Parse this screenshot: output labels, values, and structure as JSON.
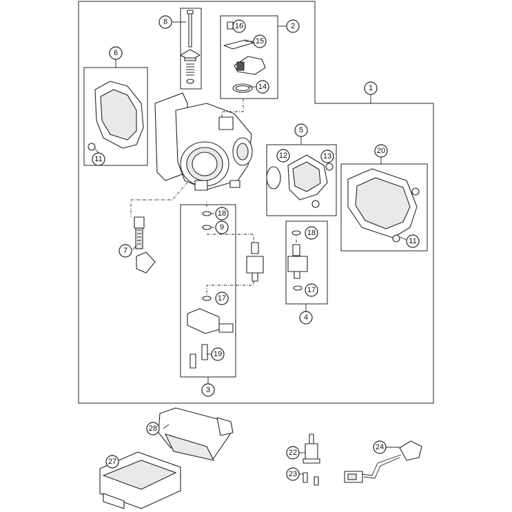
{
  "callouts": [
    {
      "id": "c1",
      "label": "1"
    },
    {
      "id": "c2",
      "label": "2"
    },
    {
      "id": "c3",
      "label": "3"
    },
    {
      "id": "c4",
      "label": "4"
    },
    {
      "id": "c5",
      "label": "5"
    },
    {
      "id": "c6",
      "label": "6"
    },
    {
      "id": "c7",
      "label": "7"
    },
    {
      "id": "c8",
      "label": "8"
    },
    {
      "id": "c9",
      "label": "9"
    },
    {
      "id": "c11a",
      "label": "11"
    },
    {
      "id": "c11b",
      "label": "11"
    },
    {
      "id": "c12",
      "label": "12"
    },
    {
      "id": "c13",
      "label": "13"
    },
    {
      "id": "c14",
      "label": "14"
    },
    {
      "id": "c15",
      "label": "15"
    },
    {
      "id": "c16",
      "label": "16"
    },
    {
      "id": "c17a",
      "label": "17"
    },
    {
      "id": "c17b",
      "label": "17"
    },
    {
      "id": "c18a",
      "label": "18"
    },
    {
      "id": "c18b",
      "label": "18"
    },
    {
      "id": "c19",
      "label": "19"
    },
    {
      "id": "c20",
      "label": "20"
    },
    {
      "id": "c22",
      "label": "22"
    },
    {
      "id": "c23",
      "label": "23"
    },
    {
      "id": "c24",
      "label": "24"
    },
    {
      "id": "c27",
      "label": "27"
    },
    {
      "id": "c28",
      "label": "28"
    }
  ]
}
